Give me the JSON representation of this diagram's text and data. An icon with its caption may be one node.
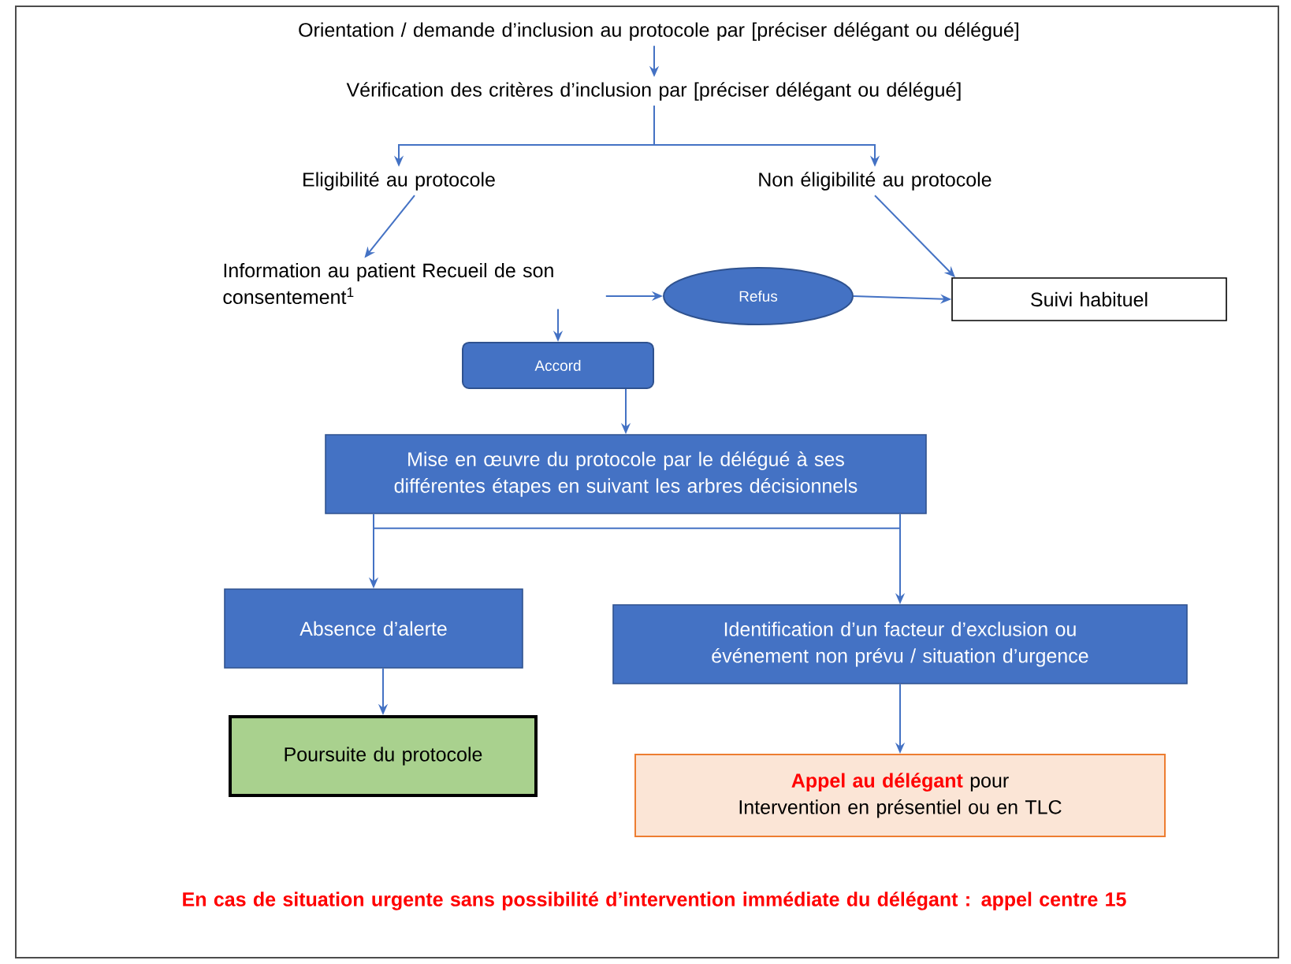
{
  "diagram": {
    "nodes": [
      {
        "text": [
          "Orientation / demande d’inclusion au protocole par [préciser délégant ou délégué]"
        ]
      },
      {
        "text": [
          "Vérification des critères d’inclusion par [préciser délégant ou délégué]"
        ]
      },
      {
        "text": [
          "Eligibilité au protocole"
        ]
      },
      {
        "text": [
          "Non éligibilité au protocole"
        ]
      },
      {
        "text": [
          "Information au patient Recueil de son consentement$^{1}$"
        ]
      },
      {
        "text": [
          "Refus"
        ]
      },
      {
        "text": [
          "Suivi habituel"
        ]
      },
      {
        "text": [
          "Accord"
        ]
      },
      {
        "text": [
          "Mise en œuvre du protocole par le délégué à ses différentes étapes en suivant les arbres décisionnels"
        ]
      },
      {
        "text": [
          "Absence d’alerte"
        ]
      },
      {
        "text": [
          "Identification d’un facteur d’exclusion ou événement non prévu / situation d’urgence"
        ]
      },
      {
        "text": [
          "Poursuite du protocole"
        ]
      },
      {
        "text": [
          "Appel au délégant",
          "pour Intervention en présentiel ou en TLC"
        ]
      }
    ],
    "edges": [
      {
        "from": 0,
        "to": 1,
        "arrow": "to"
      },
      {
        "from": 1,
        "to": 2,
        "arrow": "to"
      },
      {
        "from": 1,
        "to": 3,
        "arrow": "to"
      },
      {
        "from": 2,
        "to": 4,
        "arrow": "to"
      },
      {
        "from": 3,
        "to": 6,
        "arrow": "to"
      },
      {
        "from": 4,
        "to": 5,
        "arrow": "to"
      },
      {
        "from": 5,
        "to": 6,
        "arrow": "to"
      },
      {
        "from": 4,
        "to": 7,
        "arrow": "to"
      },
      {
        "from": 7,
        "to": 8,
        "arrow": "to"
      },
      {
        "from": 8,
        "to": 9,
        "arrow": "to"
      },
      {
        "from": 8,
        "to": 10,
        "arrow": "to"
      },
      {
        "from": 9,
        "to": 11,
        "arrow": "to"
      },
      {
        "from": 10,
        "to": 12,
        "arrow": "to"
      }
    ],
    "labels": [
      "En cas de situation urgente sans possibilité d’intervention immédiate du délégant : appel centre 15"
    ]
  }
}
